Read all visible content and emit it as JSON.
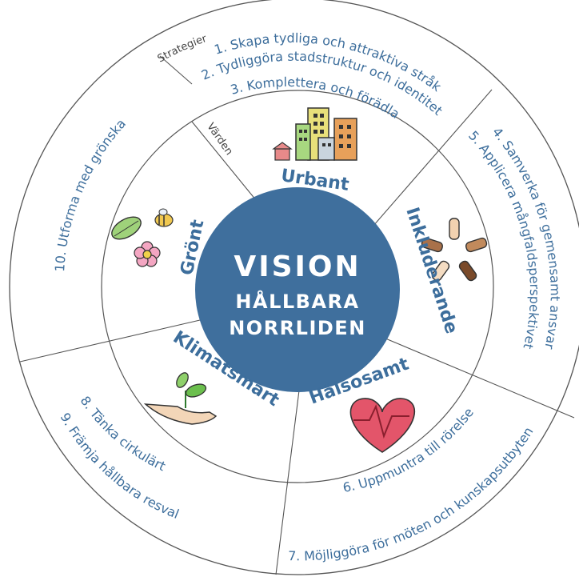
{
  "center": {
    "title": "VISION",
    "line1": "HÅLLBARA",
    "line2": "NORRLIDEN",
    "color": "#3f6f9d"
  },
  "ring_tags": {
    "outer": "Strategier",
    "inner": "Värden"
  },
  "values": [
    {
      "label": "Urbant",
      "icon": "buildings-icon"
    },
    {
      "label": "Inkluderande",
      "icon": "hands-icon"
    },
    {
      "label": "Hälsosamt",
      "icon": "heart-icon"
    },
    {
      "label": "Klimatsmart",
      "icon": "plant-hand-icon"
    },
    {
      "label": "Grönt",
      "icon": "leaf-flower-bee-icon"
    }
  ],
  "strategies": {
    "s1": "1. Skapa tydliga och attraktiva stråk",
    "s2": "2. Tydliggöra stadstruktur och identitet",
    "s3": "3. Komplettera och förädla",
    "s4": "4. Samverka för gemensamt ansvar",
    "s5": "5. Applicera mångfaldsperspektivet",
    "s6": "6. Uppmuntra till rörelse",
    "s7": "7. Möjliggöra för möten och kunskapsutbyten",
    "s8": "8. Tänka cirkulärt",
    "s9": "9. Främja hållbara resval",
    "s10": "10. Utforma med grönska"
  },
  "colors": {
    "accent": "#3d6e9c",
    "ring_stroke": "#555555"
  }
}
